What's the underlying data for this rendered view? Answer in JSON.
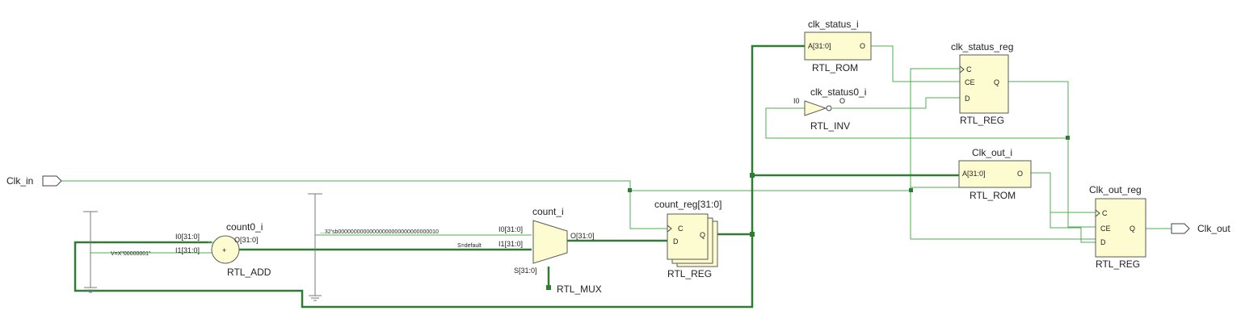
{
  "ports": {
    "clk_in": "Clk_in",
    "clk_out": "Clk_out"
  },
  "count0": {
    "name": "count0_i",
    "type": "RTL_ADD",
    "symbol": "+",
    "pin_i0": "I0[31:0]",
    "pin_i1": "I1[31:0]",
    "pin_o": "O[31:0]",
    "const": "V=X\"00000001\""
  },
  "count": {
    "name": "count_i",
    "type": "RTL_MUX",
    "pin_i0": "I0[31:0]",
    "pin_i1": "I1[31:0]",
    "pin_o": "O[31:0]",
    "pin_s": "S[31:0]",
    "const_i0": "...32'sb00000000000000000000000000000010",
    "const_i1": "S=default"
  },
  "count_reg": {
    "name": "count_reg[31:0]",
    "type": "RTL_REG",
    "pin_c": "C",
    "pin_d": "D",
    "pin_q": "Q"
  },
  "clk_status": {
    "name": "clk_status_i",
    "type": "RTL_ROM",
    "pin_a": "A[31:0]",
    "pin_o": "O"
  },
  "clk_status0": {
    "name": "clk_status0_i",
    "type": "RTL_INV",
    "pin_i": "I0",
    "pin_o": "O"
  },
  "clk_status_reg": {
    "name": "clk_status_reg",
    "type": "RTL_REG",
    "pin_c": "C",
    "pin_ce": "CE",
    "pin_d": "D",
    "pin_q": "Q"
  },
  "clk_out_rom": {
    "name": "Clk_out_i",
    "type": "RTL_ROM",
    "pin_a": "A[31:0]",
    "pin_o": "O"
  },
  "clk_out_reg": {
    "name": "Clk_out_reg",
    "type": "RTL_REG",
    "pin_c": "C",
    "pin_ce": "CE",
    "pin_d": "D",
    "pin_q": "Q"
  },
  "colors": {
    "wire": "#4caf50",
    "bus": "#2e7d32",
    "cell_fill": "#fdfbd0"
  }
}
